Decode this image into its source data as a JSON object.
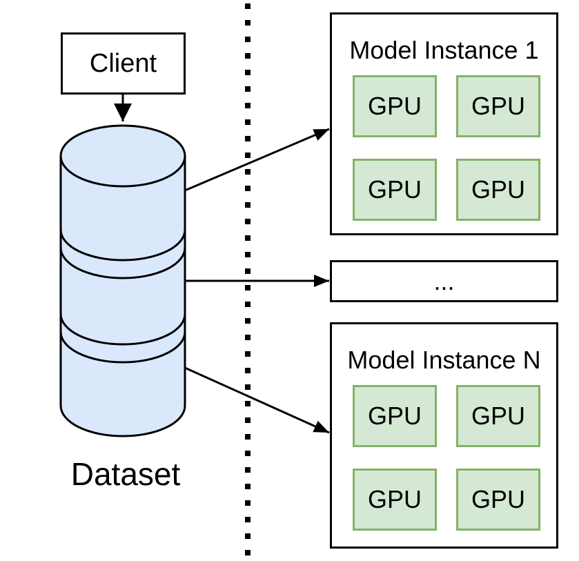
{
  "client": {
    "label": "Client"
  },
  "dataset": {
    "label": "Dataset"
  },
  "instances": [
    {
      "title": "Model Instance 1",
      "gpus": [
        "GPU",
        "GPU",
        "GPU",
        "GPU"
      ]
    },
    {
      "title": "Model Instance N",
      "gpus": [
        "GPU",
        "GPU",
        "GPU",
        "GPU"
      ]
    }
  ],
  "ellipsis": {
    "label": "..."
  },
  "edges": [
    {
      "from": "client",
      "to": "dataset"
    },
    {
      "from": "dataset",
      "to": "model-instance-1"
    },
    {
      "from": "dataset",
      "to": "ellipsis"
    },
    {
      "from": "dataset",
      "to": "model-instance-n"
    }
  ],
  "colors": {
    "dataset_fill": "#dae8fc",
    "gpu_fill": "#d5e8d4",
    "gpu_border": "#82b366",
    "line": "#000000",
    "background": "#ffffff"
  }
}
